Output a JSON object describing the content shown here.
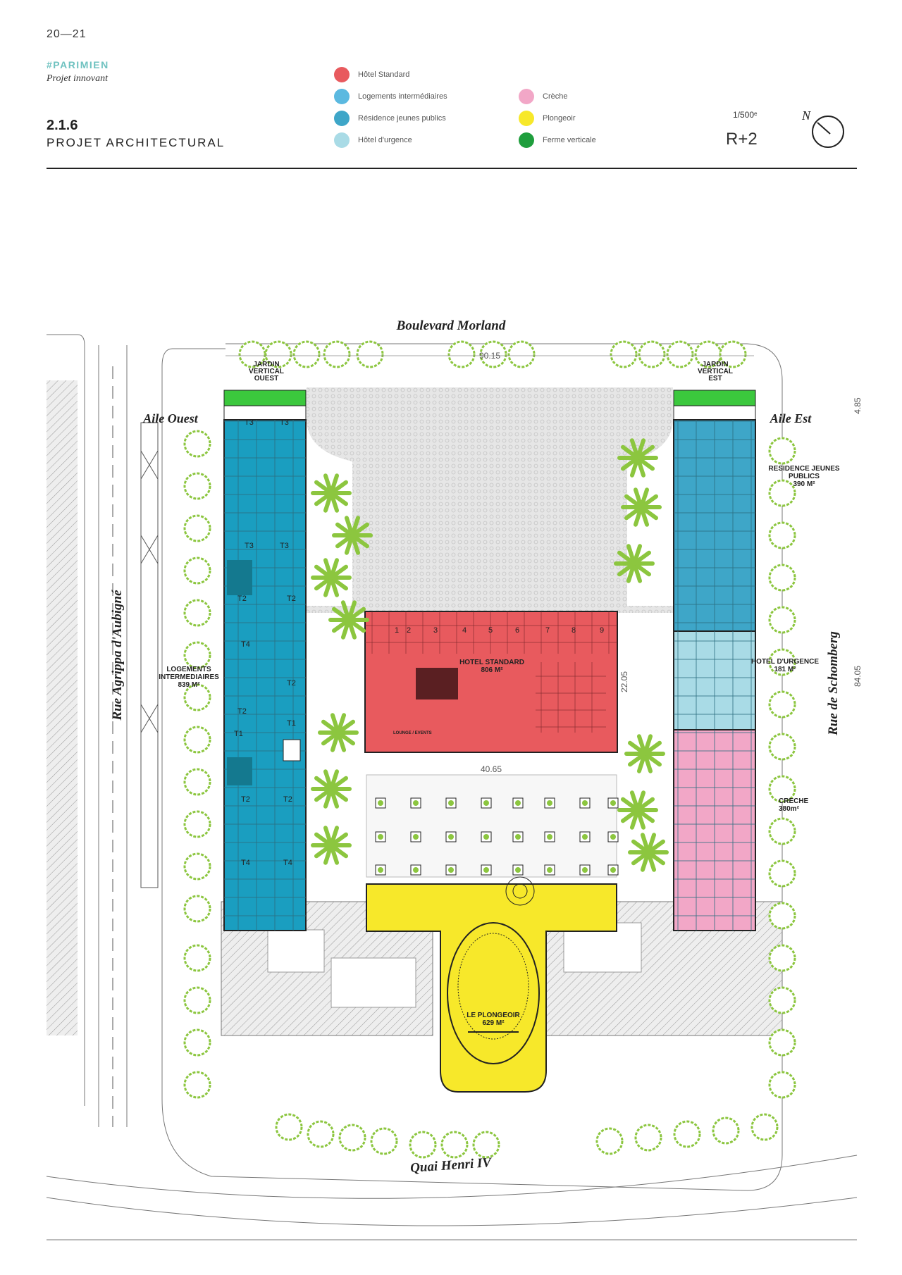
{
  "header": {
    "page_number": "20—21",
    "tag": "#PARIMIEN",
    "subtitle": "Projet innovant",
    "section_number": "2.1.6",
    "section_title": "PROJET ARCHITECTURAL",
    "scale": "1/500ᵉ",
    "level": "R+2",
    "north": "N"
  },
  "legend": [
    {
      "label": "Hôtel Standard",
      "color": "#e85a5e"
    },
    {
      "label": "Logements intermédiaires",
      "color": "#5bb9e0"
    },
    {
      "label": "Résidence jeunes publics",
      "color": "#3ea6c8"
    },
    {
      "label": "Hôtel d'urgence",
      "color": "#a9dbe6"
    },
    {
      "label": "Crèche",
      "color": "#f2a7c7"
    },
    {
      "label": "Plongeoir",
      "color": "#f7e82a"
    },
    {
      "label": "Ferme verticale",
      "color": "#1f9e3d"
    }
  ],
  "plan": {
    "streets": {
      "north": "Boulevard Morland",
      "south": "Quai Henri IV",
      "west": "Rue Agrippa d'Aubigné",
      "east": "Rue de Schomberg"
    },
    "wings": {
      "west": "Aile Ouest",
      "east": "Aile Est"
    },
    "dimensions": {
      "top": "90.15",
      "middle": "40.65",
      "hotel_depth": "22.05",
      "right_total": "84.05",
      "right_small": "4.85"
    },
    "garden_west": [
      "JARDIN",
      "VERTICAL",
      "OUEST"
    ],
    "garden_east": [
      "JARDIN",
      "VERTICAL",
      "EST"
    ],
    "logements": [
      "LOGEMENTS",
      "INTERMEDIAIRES",
      "839 M²"
    ],
    "residence": [
      "RESIDENCE JEUNES",
      "PUBLICS",
      "390 M²"
    ],
    "hotel_urgence": [
      "HOTEL D'URGENCE",
      "181 M²"
    ],
    "hotel_standard": [
      "HOTEL STANDARD",
      "806 M²"
    ],
    "creche": [
      "CRECHE",
      "380m²"
    ],
    "plongeoir": [
      "LE PLONGEOIR",
      "629 M²"
    ],
    "lounge": "LOUNGE / EVENTS",
    "unit_labels": [
      "T3",
      "T3",
      "T3",
      "T3",
      "T2",
      "T2",
      "T4",
      "T2",
      "T2",
      "T1",
      "T1",
      "T2",
      "T2",
      "T4",
      "T4"
    ],
    "room_numbers": [
      "1",
      "2",
      "3",
      "4",
      "5",
      "6",
      "7",
      "8",
      "9"
    ]
  }
}
